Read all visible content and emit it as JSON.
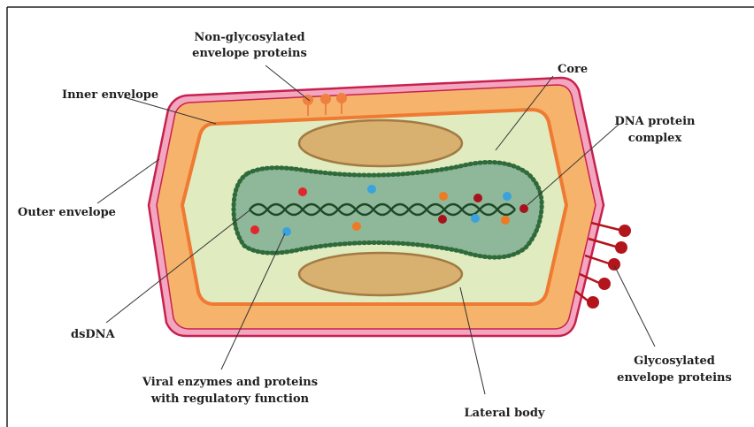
{
  "labels": {
    "non_glyco_line1": "Non-glycosylated",
    "non_glyco_line2": "envelope proteins",
    "inner_envelope": "Inner envelope",
    "outer_envelope": "Outer envelope",
    "core": "Core",
    "dna_protein_line1": "DNA protein",
    "dna_protein_line2": "complex",
    "dsdna": "dsDNA",
    "viral_enzymes_line1": "Viral enzymes and proteins",
    "viral_enzymes_line2": "with regulatory function",
    "lateral_body": "Lateral body",
    "glyco_line1": "Glycosylated",
    "glyco_line2": "envelope proteins"
  },
  "colors": {
    "outer_envelope": "#f3a6bf",
    "outer_envelope_stroke": "#c8204f",
    "inner_envelope": "#f6b36b",
    "inner_envelope_stroke": "#ef7a32",
    "interior": "#e0ebc0",
    "core": "#8fb79a",
    "core_beads": "#2f6b3a",
    "lateral_body": "#d8b070",
    "lateral_body_stroke": "#a27a42",
    "dna": "#1c4a26",
    "glyco_protein": "#b3151c",
    "non_glyco_protein": "#ef8040",
    "dot_red": "#e0272b",
    "dot_darkred": "#a8131b",
    "dot_blue": "#3aa3dd",
    "dot_orange": "#ee7a24"
  }
}
